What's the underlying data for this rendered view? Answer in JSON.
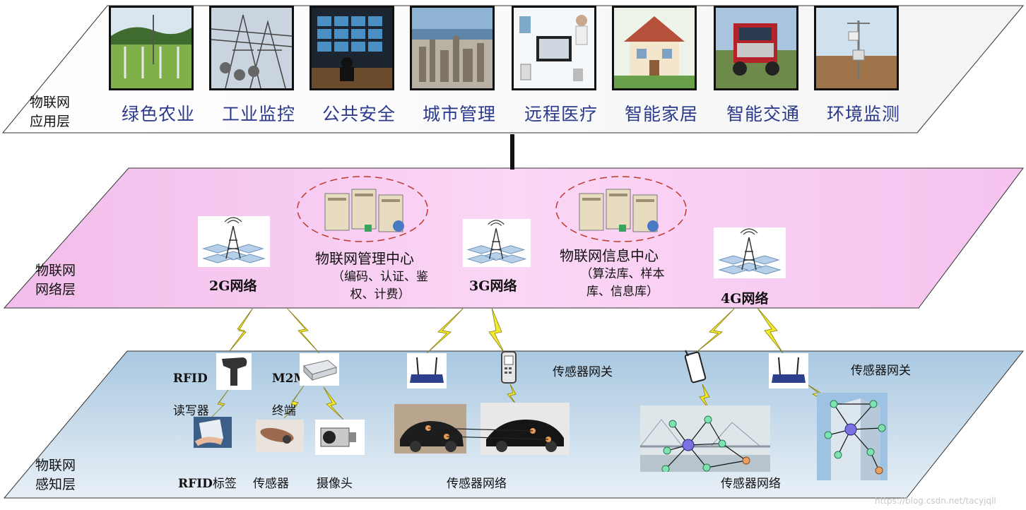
{
  "application_layer": {
    "label": "物联网\n应用层",
    "apps": [
      {
        "name": "绿色农业",
        "icon": "farm-field-photo"
      },
      {
        "name": "工业监控",
        "icon": "power-tower-photo"
      },
      {
        "name": "公共安全",
        "icon": "control-room-photo"
      },
      {
        "name": "城市管理",
        "icon": "city-skyline-photo"
      },
      {
        "name": "远程医疗",
        "icon": "telemedicine-photo"
      },
      {
        "name": "智能家居",
        "icon": "smart-house-photo"
      },
      {
        "name": "智能交通",
        "icon": "truck-photo"
      },
      {
        "name": "环境监测",
        "icon": "weather-station-photo"
      }
    ]
  },
  "network_layer": {
    "label": "物联网\n网络层",
    "net_2g": "2G网络",
    "net_3g": "3G网络",
    "net_4g": "4G网络",
    "management_center": {
      "title": "物联网管理中心",
      "desc": "（编码、认证、鉴\n权、计费）"
    },
    "information_center": {
      "title": "物联网信息中心",
      "desc": "（算法库、样本\n库、信息库）"
    }
  },
  "perception_layer": {
    "label": "物联网\n感知层",
    "rfid_reader_line1": "RFID",
    "rfid_reader_line2": "读写器",
    "m2m_line1": "M2M",
    "m2m_line2": "终端",
    "rfid_tag_a": "RFID",
    "rfid_tag_b": "标签",
    "sensor": "传感器",
    "camera": "摄像头",
    "gateway_1": "传感器网关",
    "gateway_2": "传感器网关",
    "sensor_net_1": "传感器网络",
    "sensor_net_2": "传感器网络"
  },
  "watermark": "https://blog.csdn.net/tacyjqll",
  "colors": {
    "app_text": "#2c3a8c",
    "network_fill": "#f7c9f1",
    "perception_fill": "#bcd5e8",
    "lightning": "#f2ea2a"
  }
}
